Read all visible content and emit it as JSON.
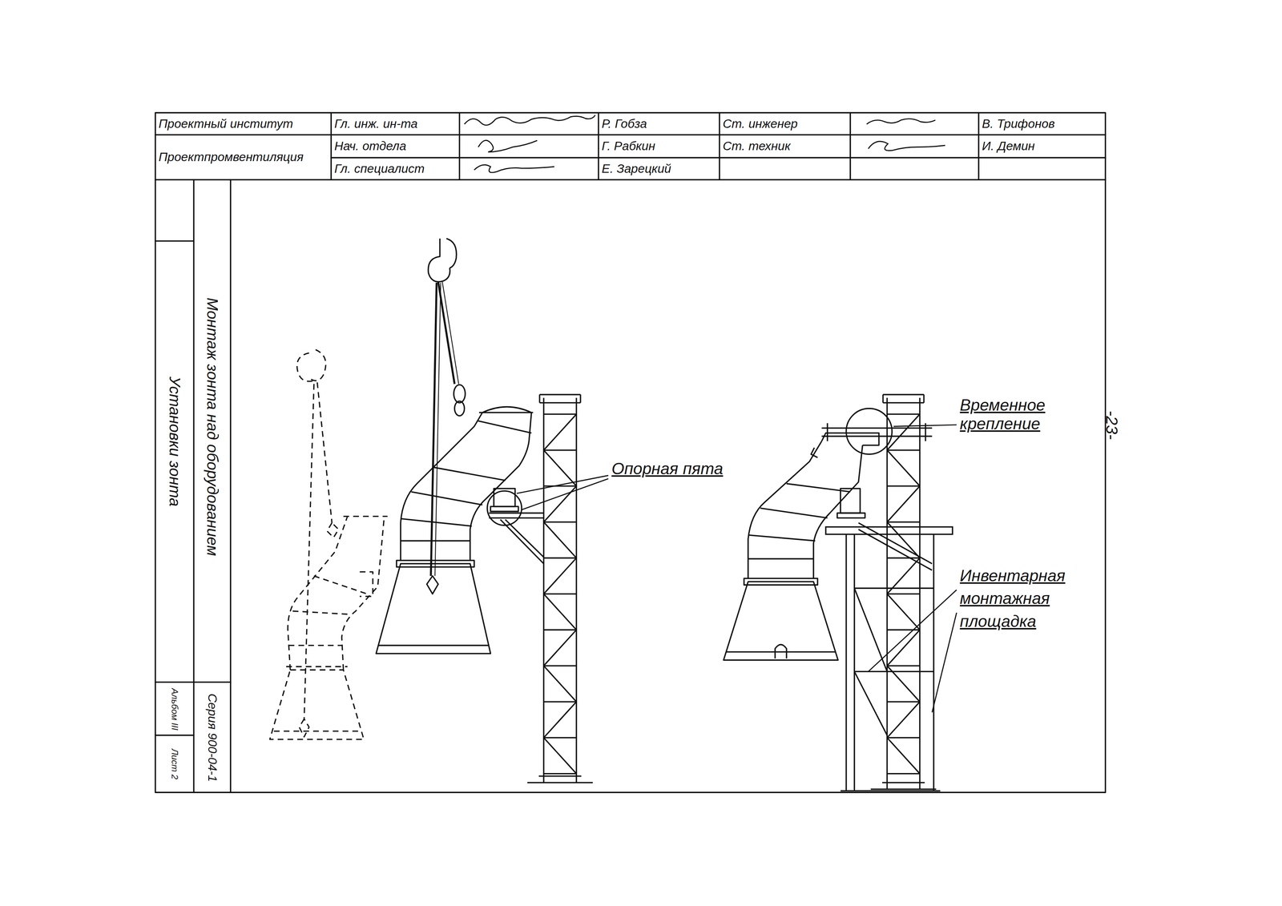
{
  "diagram": {
    "title": "Монтаж зонта над оборудованием",
    "labels": [
      "Проектный институт",
      "Проектпромвентиляция",
      "Гл. инж. ин-та",
      "Нач. отдела",
      "Гл. специалист",
      "Р. Гобза",
      "Г. Рабкин",
      "Е. Зарецкий",
      "Ст. инженер",
      "Ст. техник",
      "В. Трифонов",
      "И. Демин",
      "Установки зонта",
      "Серия 900-04-1",
      "Альбом III",
      "Лист 2",
      "Опорная пята",
      "Временное крепление",
      "Инвентарная монтажная площадка",
      "-23-"
    ]
  }
}
